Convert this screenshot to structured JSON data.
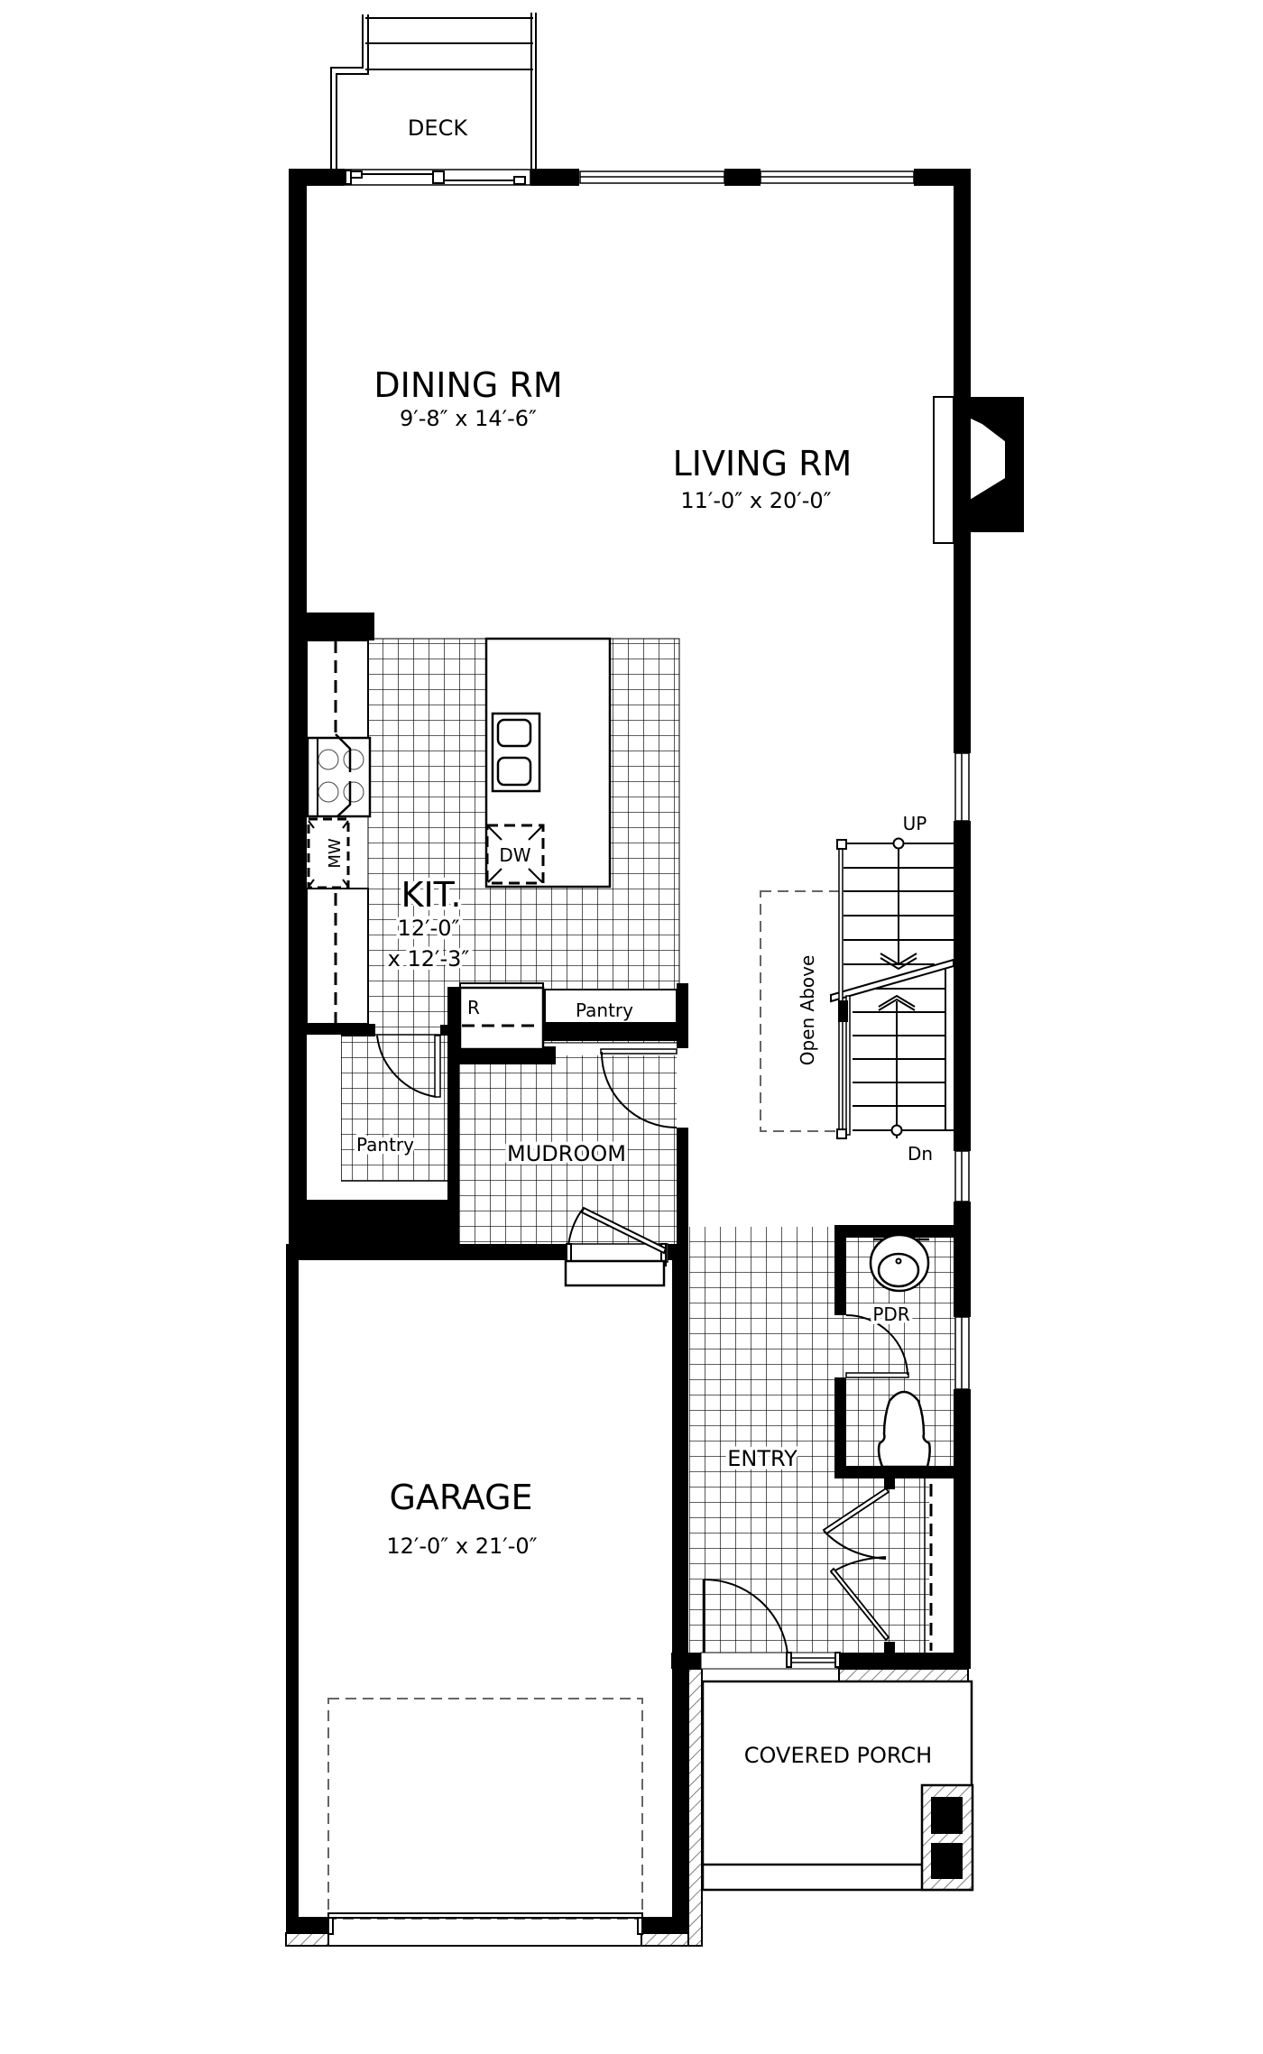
{
  "plan": {
    "title": "Main Floor Plan",
    "rooms": {
      "deck": {
        "name": "DECK"
      },
      "dining": {
        "name": "DINING RM",
        "size": "9′-8″ x 14′-6″"
      },
      "living": {
        "name": "LIVING RM",
        "size": "11′-0″ x 20′-0″"
      },
      "kitchen": {
        "name": "KIT.",
        "size_line1": "12′-0″",
        "size_line2": "x 12′-3″"
      },
      "pantry_upper": {
        "name": "Pantry"
      },
      "pantry_lower": {
        "name": "Pantry"
      },
      "mudroom": {
        "name": "MUDROOM"
      },
      "garage": {
        "name": "GARAGE",
        "size": "12′-0″ x 21′-0″"
      },
      "entry": {
        "name": "ENTRY"
      },
      "powder": {
        "name": "PDR"
      },
      "porch": {
        "name": "COVERED PORCH"
      }
    },
    "fixtures": {
      "fridge": "R",
      "dishwasher": "DW",
      "microwave": "MW",
      "stairs_up": "UP",
      "stairs_down": "Dn",
      "open_above": "Open Above"
    },
    "colors": {
      "wall": "#000000",
      "background": "#ffffff",
      "grid": "#000000"
    }
  }
}
